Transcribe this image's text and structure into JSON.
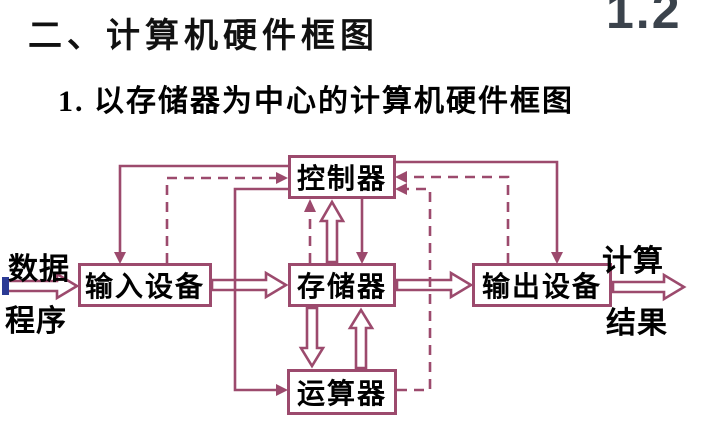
{
  "slide": {
    "title": "二、计算机硬件框图",
    "corner_number": "1.2",
    "subtitle": "1. 以存储器为中心的计算机硬件框图"
  },
  "diagram": {
    "nodes": {
      "controller": {
        "label": "控制器"
      },
      "input": {
        "label": "输入设备"
      },
      "memory": {
        "label": "存储器"
      },
      "output": {
        "label": "输出设备"
      },
      "alu": {
        "label": "运算器"
      }
    },
    "io_labels": {
      "data": "数据",
      "program": "程序",
      "result_line1": "计算",
      "result_line2": "结果"
    },
    "colors": {
      "line": "#9c4a6d",
      "accent_blue": "#2b3a94",
      "corner_number": "#3b434c",
      "text": "#000000"
    },
    "edges": [
      {
        "from": "数据/程序(外部)",
        "to": "输入设备",
        "style": "hollow-arrow"
      },
      {
        "from": "输入设备",
        "to": "存储器",
        "style": "hollow-arrow"
      },
      {
        "from": "存储器",
        "to": "输出设备",
        "style": "hollow-arrow"
      },
      {
        "from": "输出设备",
        "to": "计算结果(外部)",
        "style": "hollow-arrow"
      },
      {
        "from": "存储器",
        "to": "运算器",
        "style": "hollow-arrow"
      },
      {
        "from": "运算器",
        "to": "存储器",
        "style": "hollow-arrow"
      },
      {
        "from": "存储器",
        "to": "控制器",
        "style": "hollow-arrow"
      },
      {
        "from": "控制器",
        "to": "存储器",
        "style": "solid-arrow"
      },
      {
        "from": "控制器",
        "to": "输入设备",
        "style": "solid-arrow"
      },
      {
        "from": "控制器",
        "to": "运算器",
        "style": "solid-arrow"
      },
      {
        "from": "控制器",
        "to": "输出设备",
        "style": "solid-arrow"
      },
      {
        "from": "输入设备",
        "to": "控制器",
        "style": "dashed-arrow"
      },
      {
        "from": "存储器",
        "to": "控制器",
        "style": "dashed-arrow"
      },
      {
        "from": "运算器",
        "to": "控制器",
        "style": "dashed-arrow"
      },
      {
        "from": "输出设备",
        "to": "控制器",
        "style": "dashed-arrow"
      }
    ]
  }
}
